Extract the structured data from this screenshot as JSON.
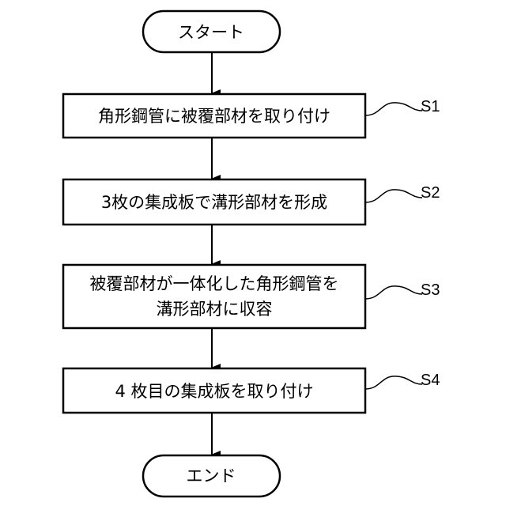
{
  "flowchart": {
    "start": "スタート",
    "steps": [
      {
        "id": "S1",
        "lines": [
          "角形鋼管に被覆部材を取り付け"
        ]
      },
      {
        "id": "S2",
        "lines": [
          "3枚の集成板で溝形部材を形成"
        ]
      },
      {
        "id": "S3",
        "lines": [
          "被覆部材が一体化した角形鋼管を",
          "溝形部材に収容"
        ]
      },
      {
        "id": "S4",
        "lines": [
          "4 枚目の集成板を取り付け"
        ]
      }
    ],
    "end": "エンド"
  }
}
